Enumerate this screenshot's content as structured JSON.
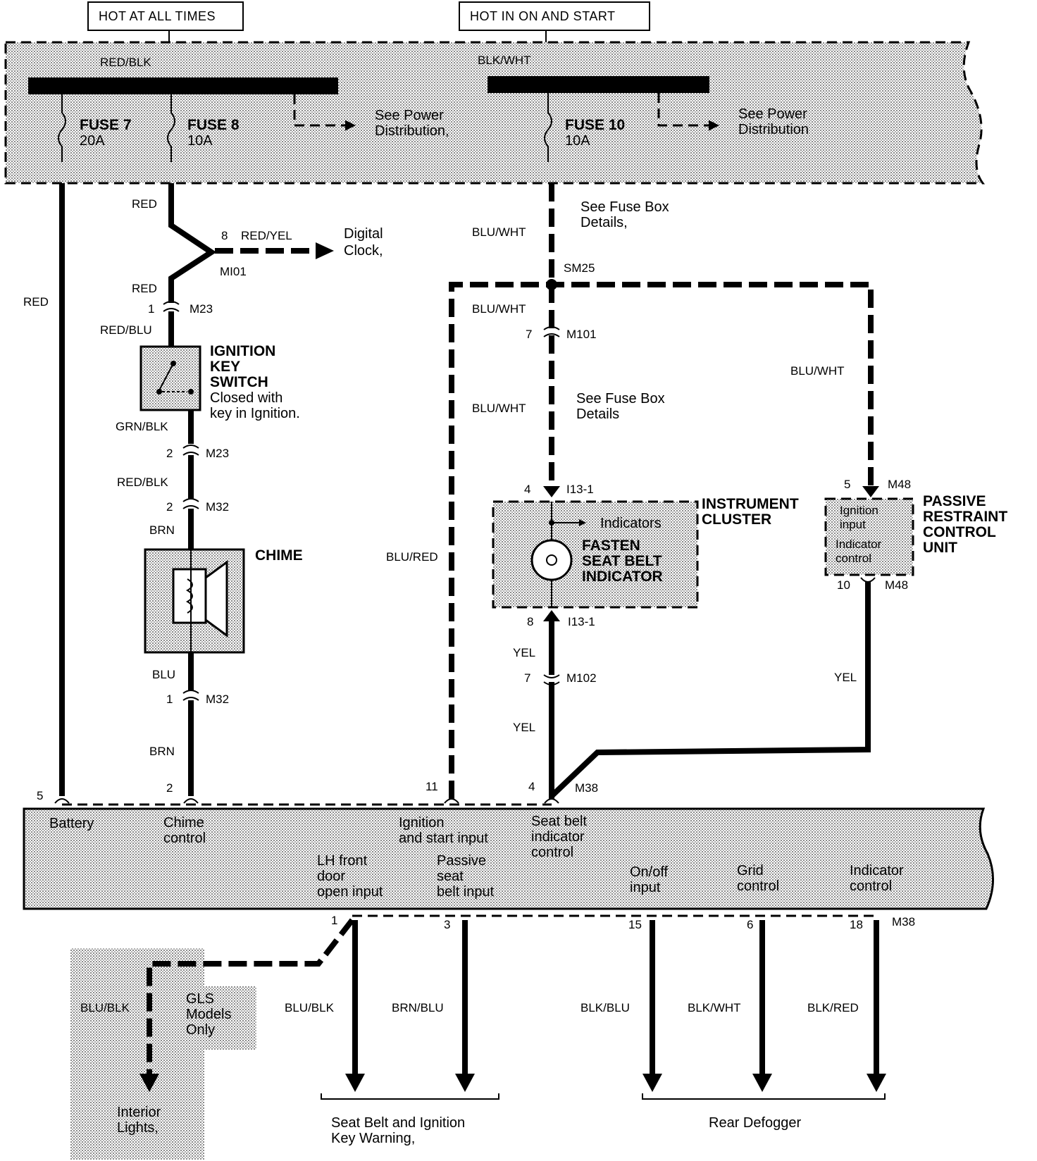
{
  "colors": {
    "ink": "#000000",
    "shade": "#d4d4d4",
    "paper": "#ffffff"
  },
  "headers": {
    "hot_all_times": "HOT AT ALL TIMES",
    "hot_on_start": "HOT IN ON AND START"
  },
  "fuse_box": {
    "fuse7": "FUSE 7",
    "fuse7_amp": "20A",
    "fuse8": "FUSE 8",
    "fuse8_amp": "10A",
    "fuse10": "FUSE 10",
    "fuse10_amp": "10A",
    "see_power_1": "See Power",
    "see_power_2": "Distribution,",
    "see_power_3": "See Power",
    "see_power_4": "Distribution"
  },
  "wires": {
    "red_blk_top": "RED/BLK",
    "blk_wht_top": "BLK/WHT",
    "red1": "RED",
    "red2": "RED",
    "red_left": "RED",
    "red_yel": "RED/YEL",
    "red_blu": "RED/BLU",
    "grn_blk": "GRN/BLK",
    "red_blk": "RED/BLK",
    "brn1": "BRN",
    "blu": "BLU",
    "brn2": "BRN",
    "blu_wht1": "BLU/WHT",
    "blu_wht2": "BLU/WHT",
    "blu_wht3": "BLU/WHT",
    "blu_wht_right": "BLU/WHT",
    "blu_red": "BLU/RED",
    "yel1": "YEL",
    "yel2": "YEL",
    "yel_right": "YEL",
    "blu_blk_left": "BLU/BLK",
    "blu_blk": "BLU/BLK",
    "brn_blu": "BRN/BLU",
    "blk_blu": "BLK/BLU",
    "blk_wht": "BLK/WHT",
    "blk_red": "BLK/RED"
  },
  "connectors": {
    "m101_pin": "8",
    "m101_small": "MI01",
    "m23a_pin": "1",
    "m23a": "M23",
    "m23b_pin": "2",
    "m23b": "M23",
    "m32a_pin": "2",
    "m32a": "M32",
    "m32b_pin": "1",
    "m32b": "M32",
    "sm25": "SM25",
    "m101b_pin": "7",
    "m101b": "M101",
    "i13a_pin": "4",
    "i13a": "I13-1",
    "i13b_pin": "8",
    "i13b": "I13-1",
    "m102_pin": "7",
    "m102": "M102",
    "m48a_pin": "5",
    "m48a": "M48",
    "m48b_pin": "10",
    "m48b": "M48",
    "m38_top": "M38",
    "p5": "5",
    "p2": "2",
    "p11": "11",
    "p4": "4",
    "p1": "1",
    "p3": "3",
    "p15": "15",
    "p6": "6",
    "p18": "18",
    "m38_bot": "M38"
  },
  "components": {
    "digital_clock_1": "Digital",
    "digital_clock_2": "Clock,",
    "fuse_details_1": "See Fuse Box",
    "fuse_details_2": "Details,",
    "fuse_details_3": "See Fuse Box",
    "fuse_details_4": "Details",
    "ign_1": "IGNITION",
    "ign_2": "KEY",
    "ign_3": "SWITCH",
    "ign_4": "Closed with",
    "ign_5": "key in Ignition.",
    "chime": "CHIME",
    "cluster_1": "INSTRUMENT",
    "cluster_2": "CLUSTER",
    "indicators": "Indicators",
    "fasten_1": "FASTEN",
    "fasten_2": "SEAT BELT",
    "fasten_3": "INDICATOR",
    "prcu_1": "PASSIVE",
    "prcu_2": "RESTRAINT",
    "prcu_3": "CONTROL",
    "prcu_4": "UNIT",
    "ign_input_1": "Ignition",
    "ign_input_2": "input",
    "ind_ctrl_1": "Indicator",
    "ind_ctrl_2": "control"
  },
  "module": {
    "battery": "Battery",
    "chime_ctrl_1": "Chime",
    "chime_ctrl_2": "control",
    "ign_start_1": "Ignition",
    "ign_start_2": "and start input",
    "seatbelt_1": "Seat belt",
    "seatbelt_2": "indicator",
    "seatbelt_3": "control",
    "lh_1": "LH front",
    "lh_2": "door",
    "lh_3": "open input",
    "passive_1": "Passive",
    "passive_2": "seat",
    "passive_3": "belt input",
    "onoff_1": "On/off",
    "onoff_2": "input",
    "grid_1": "Grid",
    "grid_2": "control",
    "indctl_1": "Indicator",
    "indctl_2": "control"
  },
  "outputs": {
    "gls_1": "GLS",
    "gls_2": "Models",
    "gls_3": "Only",
    "interior_1": "Interior",
    "interior_2": "Lights,",
    "seatbelt_warn_1": "Seat Belt and Ignition",
    "seatbelt_warn_2": "Key Warning,",
    "rear_defogger": "Rear Defogger"
  }
}
